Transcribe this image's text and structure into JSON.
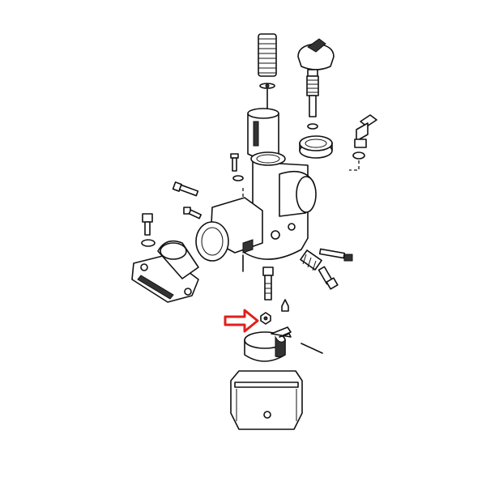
{
  "diagram": {
    "type": "exploded-parts-drawing",
    "subject": "carburetor",
    "highlight": {
      "icon": "arrow-right-icon",
      "color": "#e0201b",
      "points_to": "jet-nut"
    },
    "line_color": "#111111",
    "background": "#ffffff"
  }
}
